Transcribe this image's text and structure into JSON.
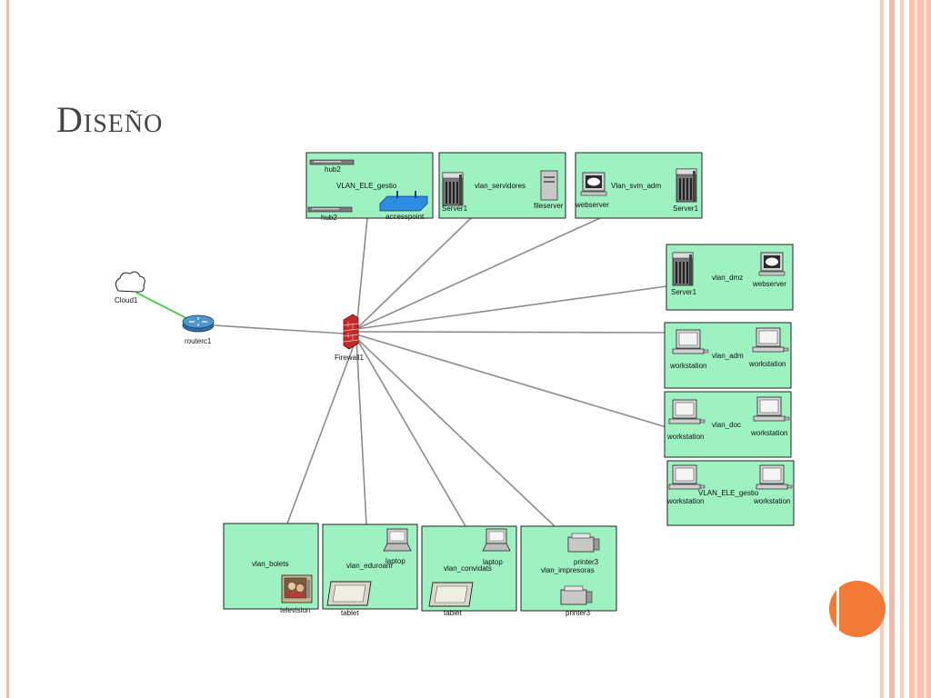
{
  "slide": {
    "title": "Diseño",
    "colors": {
      "accent": "#f37a36",
      "border": "#f2b9a6",
      "vlan_fill": "#9ef2c2",
      "link": "#8c8c8c",
      "cloud_link": "#33cc33"
    }
  },
  "diagram": {
    "cloud": "Cloud1",
    "router": "routerc1",
    "firewall": "Firewall1",
    "vlans": {
      "gestio_top": {
        "name": "VLAN_ELE_gestio",
        "devices": [
          "hub2",
          "hub2",
          "accesspoint"
        ]
      },
      "servidores": {
        "name": "vlan_servidores",
        "devices": [
          "Server1",
          "fileserver"
        ]
      },
      "svm_adm": {
        "name": "Vlan_svm_adm",
        "devices": [
          "webserver",
          "Server1"
        ]
      },
      "dmz": {
        "name": "vlan_dmz",
        "devices": [
          "Server1",
          "webserver"
        ]
      },
      "adm": {
        "name": "vlan_adm",
        "devices": [
          "workstation",
          "workstation"
        ]
      },
      "doc": {
        "name": "vlan_doc",
        "devices": [
          "workstation",
          "workstation"
        ]
      },
      "gestio_right": {
        "name": "VLAN_ELE_gestio",
        "devices": [
          "workstation",
          "workstation"
        ]
      },
      "bolets": {
        "name": "vlan_bolets",
        "devices": [
          "television"
        ]
      },
      "eduroam": {
        "name": "vlan_eduroam",
        "devices": [
          "laptop",
          "tablet"
        ]
      },
      "convidats": {
        "name": "vlan_convidats",
        "devices": [
          "laptop",
          "tablet"
        ]
      },
      "impresoras": {
        "name": "vlan_impresoras",
        "devices": [
          "printer3",
          "printer3"
        ]
      }
    }
  }
}
